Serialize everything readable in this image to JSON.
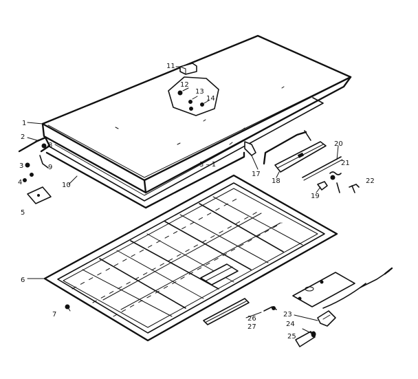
{
  "callouts": {
    "c1": "1",
    "c2": "2",
    "c3": "3",
    "c4": "4",
    "c5": "5",
    "c6": "6",
    "c7": "7",
    "c8": "8",
    "c9": "9",
    "c10": "10",
    "c11": "11",
    "c12": "12",
    "c13": "13",
    "c14": "14",
    "c17": "17",
    "c18": "18",
    "c19": "19",
    "c20": "20",
    "c21": "21",
    "c22": "22",
    "c23": "23",
    "c24": "24",
    "c25": "25",
    "c26": "26",
    "c27": "27"
  }
}
